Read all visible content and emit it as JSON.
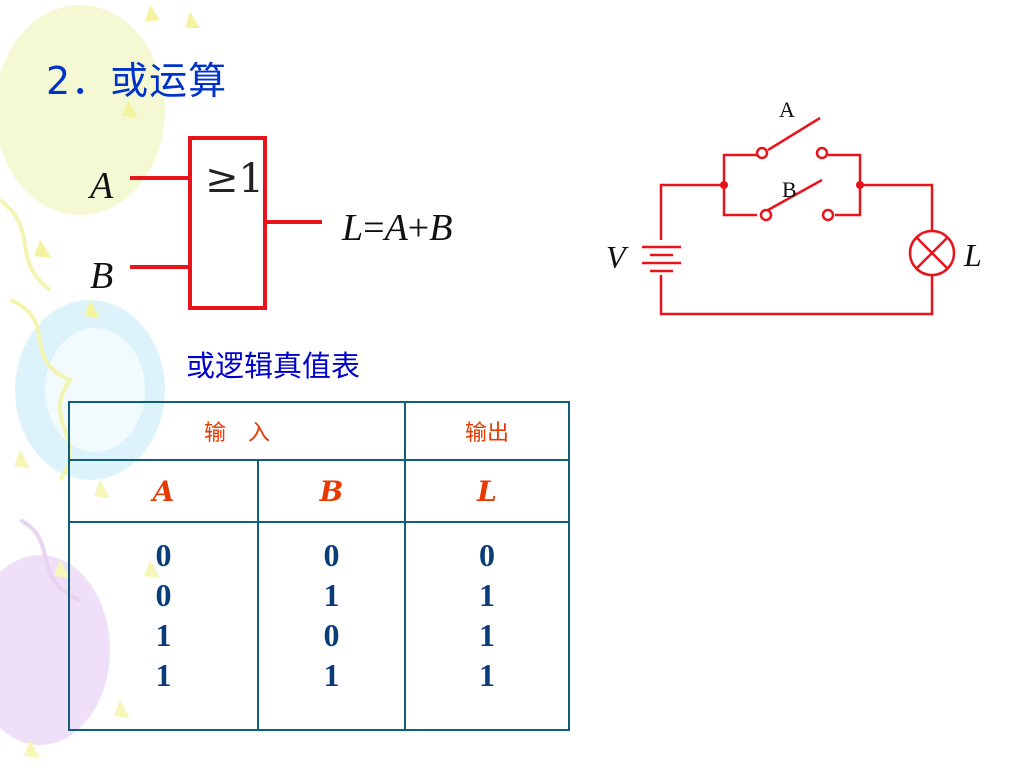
{
  "title": "2．或运算",
  "gate": {
    "symbol": "≥1",
    "input_a": "A",
    "input_b": "B",
    "expression": {
      "L": "L",
      "eq": "=",
      "A": "A",
      "plus": "+",
      "B": "B"
    }
  },
  "circuit": {
    "switch_a": "A",
    "switch_b": "B",
    "source": "V",
    "lamp": "L"
  },
  "table": {
    "title": "或逻辑真值表",
    "header_inputs": "输　入",
    "header_output": "输出",
    "columns": [
      "A",
      "B",
      "L"
    ],
    "rows": [
      [
        "0",
        "0",
        "0"
      ],
      [
        "0",
        "1",
        "1"
      ],
      [
        "1",
        "0",
        "1"
      ],
      [
        "1",
        "1",
        "1"
      ]
    ]
  },
  "colors": {
    "wire": "#e8141c",
    "title": "#0033cc",
    "table_border": "#0f5f7a",
    "header": "#e83a00"
  }
}
